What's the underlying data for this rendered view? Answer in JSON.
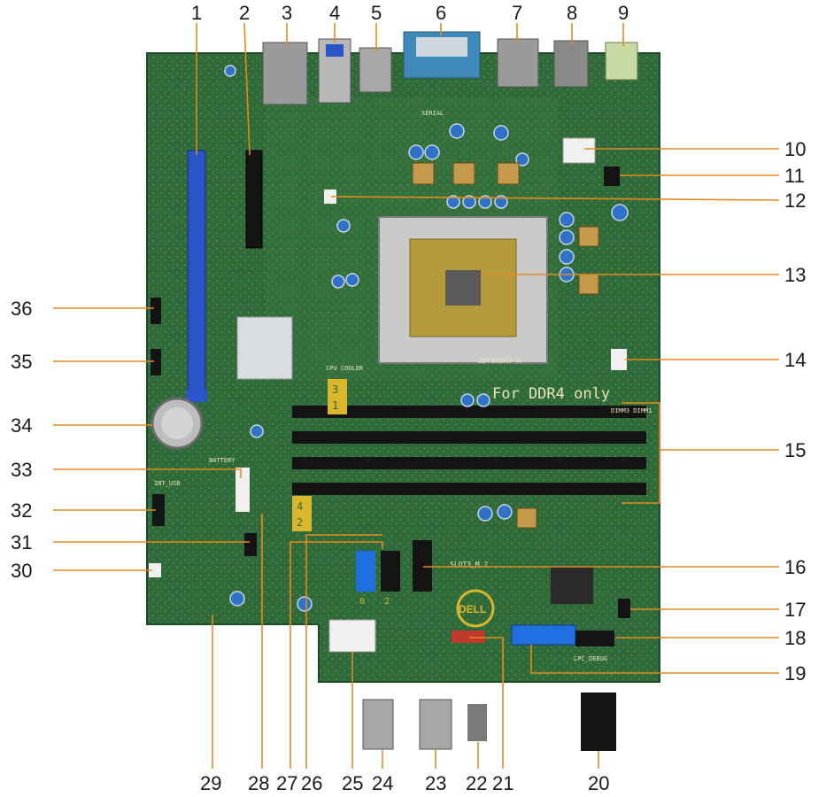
{
  "callouts": [
    "1",
    "2",
    "3",
    "4",
    "5",
    "6",
    "7",
    "8",
    "9",
    "10",
    "11",
    "12",
    "13",
    "14",
    "15",
    "16",
    "17",
    "18",
    "19",
    "20",
    "21",
    "22",
    "23",
    "24",
    "25",
    "26",
    "27",
    "28",
    "29",
    "30",
    "31",
    "32",
    "33",
    "34",
    "35",
    "36"
  ],
  "board_text": {
    "ddr4_note": "For DDR4 only",
    "slot_3": "3",
    "slot_1": "1",
    "slot_4": "4",
    "slot_2": "2",
    "brand": "DELL",
    "battery": "BATTERY",
    "lpc_debug": "LPC_DEBUG",
    "slot3_m2": "SLOT3_M.2",
    "cpu_cooler": "CPU COOLER",
    "serial": "SERIAL",
    "int_usb": "INT_USB",
    "dimm_labels": "DIMM3 DIMM1",
    "part_number": "ZDT8X0X7-A",
    "sata_0": "0",
    "sata_2": "2"
  },
  "colors": {
    "pcb": "#2f6b3a",
    "pcb_light": "#3e8048",
    "leader": "#e58a1f",
    "pcie_blue": "#2a55c8",
    "dimm_black": "#141414",
    "socket_silver": "#c9c9c9",
    "header_blue": "#1f6fe0",
    "header_red": "#c0392b",
    "serial_blue": "#3f8ab8",
    "hdmi": "#8a8a8a",
    "audio_green": "#c7d9a4"
  }
}
